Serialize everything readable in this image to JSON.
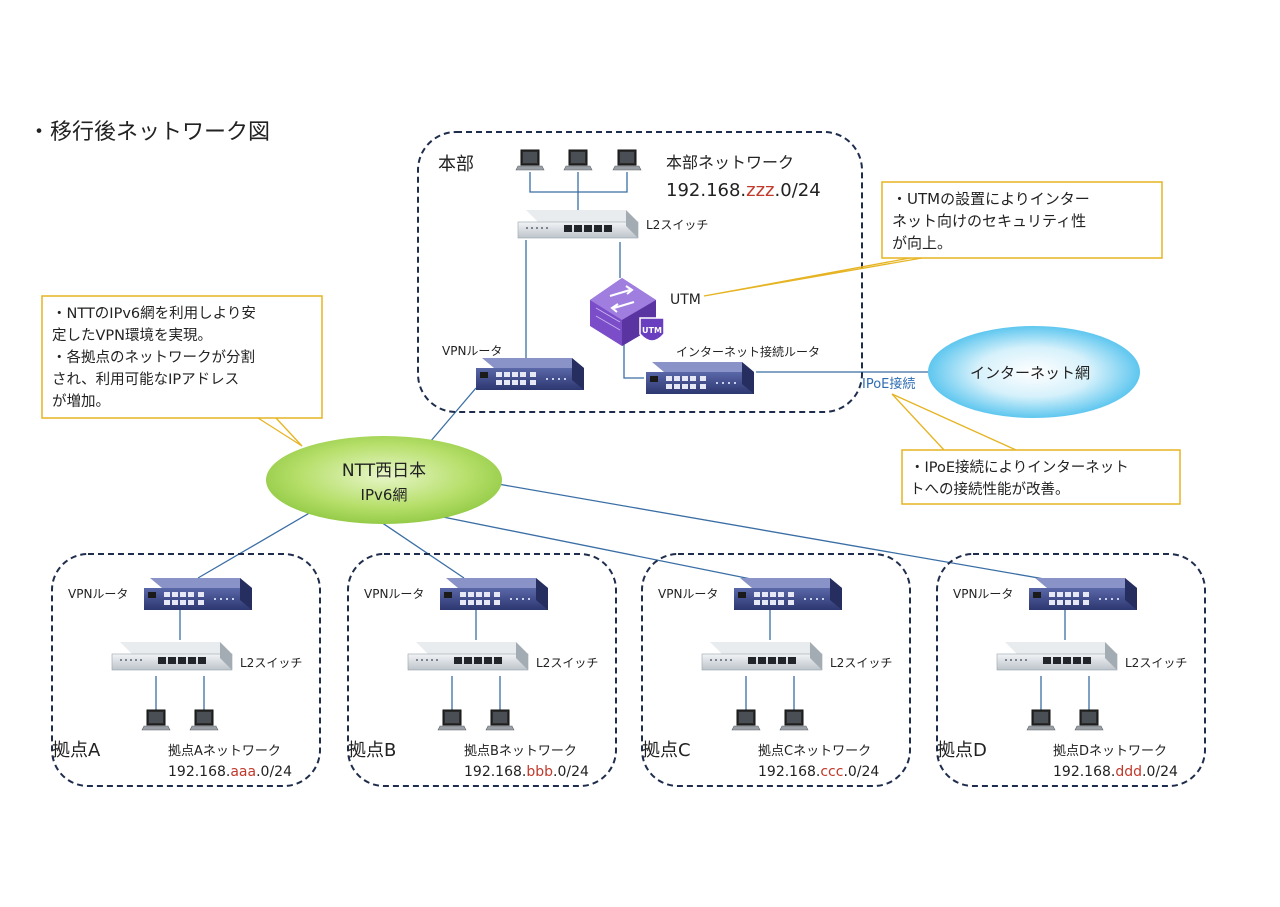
{
  "title": "・移行後ネットワーク図",
  "hq": {
    "label": "本部",
    "network_name": "本部ネットワーク",
    "ip_prefix": "192.168.",
    "ip_var": "zzz",
    "ip_suffix": ".0/24",
    "l2_label": "L2スイッチ",
    "utm_label": "UTM",
    "vpn_label": "VPNルータ",
    "inet_router_label": "インターネット接続ルータ"
  },
  "internet": {
    "label": "インターネット網",
    "link_label": "IPoE接続"
  },
  "ntt": {
    "line1": "NTT西日本",
    "line2": "IPv6網"
  },
  "callouts": {
    "utm": [
      "・UTMの設置によりインター",
      "ネット向けのセキュリティ性",
      "が向上。"
    ],
    "ntt": [
      "・NTTのIPv6網を利用しより安",
      "定したVPN環境を実現。",
      "・各拠点のネットワークが分割",
      "され、利用可能なIPアドレス",
      "が増加。"
    ],
    "ipoe": [
      "・IPoE接続によりインターネット",
      "トへの接続性能が改善。"
    ]
  },
  "branches": [
    {
      "label": "拠点A",
      "network_name": "拠点Aネットワーク",
      "ip_prefix": "192.168.",
      "ip_var": "aaa",
      "ip_suffix": ".0/24",
      "vpn_label": "VPNルータ",
      "l2_label": "L2スイッチ"
    },
    {
      "label": "拠点B",
      "network_name": "拠点Bネットワーク",
      "ip_prefix": "192.168.",
      "ip_var": "bbb",
      "ip_suffix": ".0/24",
      "vpn_label": "VPNルータ",
      "l2_label": "L2スイッチ"
    },
    {
      "label": "拠点C",
      "network_name": "拠点Cネットワーク",
      "ip_prefix": "192.168.",
      "ip_var": "ccc",
      "ip_suffix": ".0/24",
      "vpn_label": "VPNルータ",
      "l2_label": "L2スイッチ"
    },
    {
      "label": "拠点D",
      "network_name": "拠点Dネットワーク",
      "ip_prefix": "192.168.",
      "ip_var": "ddd",
      "ip_suffix": ".0/24",
      "vpn_label": "VPNルータ",
      "l2_label": "L2スイッチ"
    }
  ],
  "colors": {
    "box_border": "#1f2d4d",
    "line": "#3a6ea5",
    "callout_border": "#e6b422",
    "highlight": "#c0392b",
    "router": "#3e4a86"
  }
}
